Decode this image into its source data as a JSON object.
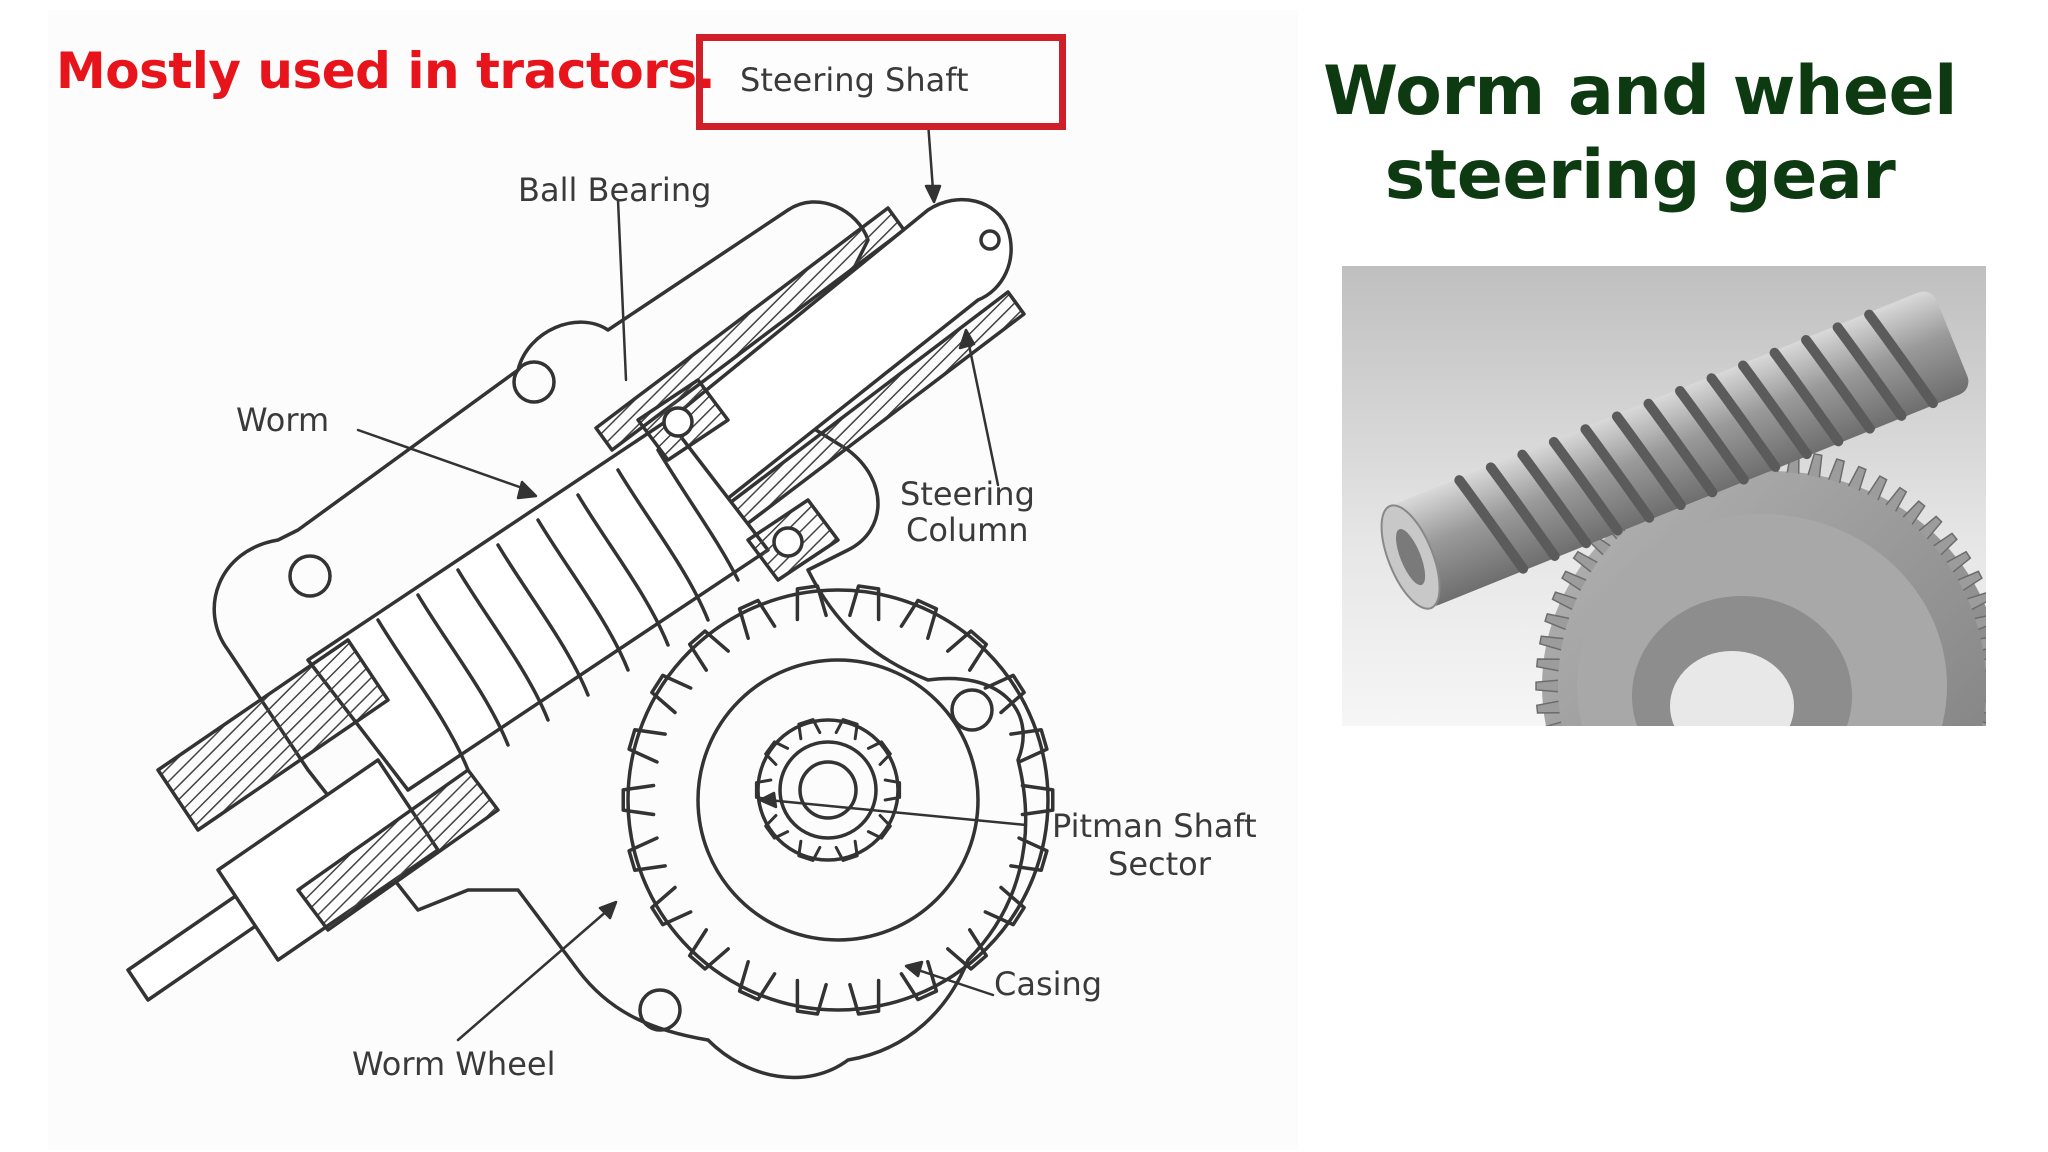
{
  "slide": {
    "note": "Mostly used in tractors.",
    "title_line1": "Worm and wheel",
    "title_line2": "steering gear"
  },
  "diagram": {
    "labels": {
      "steering_shaft": "Steering Shaft",
      "ball_bearing": "Ball Bearing",
      "worm": "Worm",
      "steering_column_1": "Steering",
      "steering_column_2": "Column",
      "pitman_1": "Pitman Shaft",
      "pitman_2": "Sector",
      "casing": "Casing",
      "worm_wheel": "Worm Wheel"
    }
  },
  "colors": {
    "note": "#e8141b",
    "title": "#0e3a12",
    "highlight_box": "#d01f28"
  }
}
